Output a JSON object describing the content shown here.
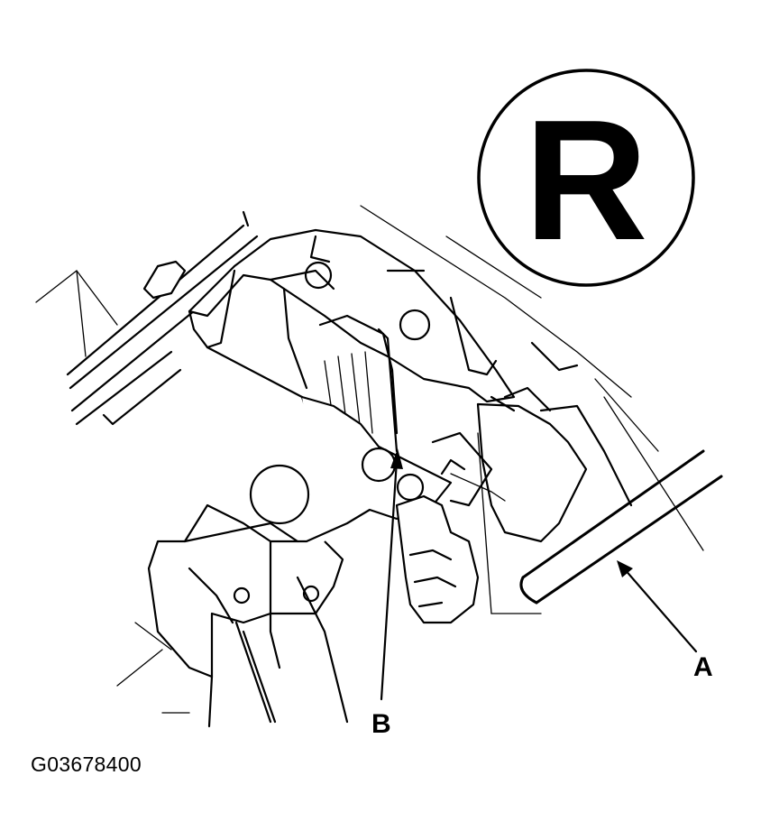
{
  "diagram": {
    "mode_badge": "R",
    "callouts": {
      "a": "A",
      "b": "B"
    },
    "figure_id": "G03678400"
  },
  "colors": {
    "ink": "#000000",
    "paper": "#ffffff"
  }
}
